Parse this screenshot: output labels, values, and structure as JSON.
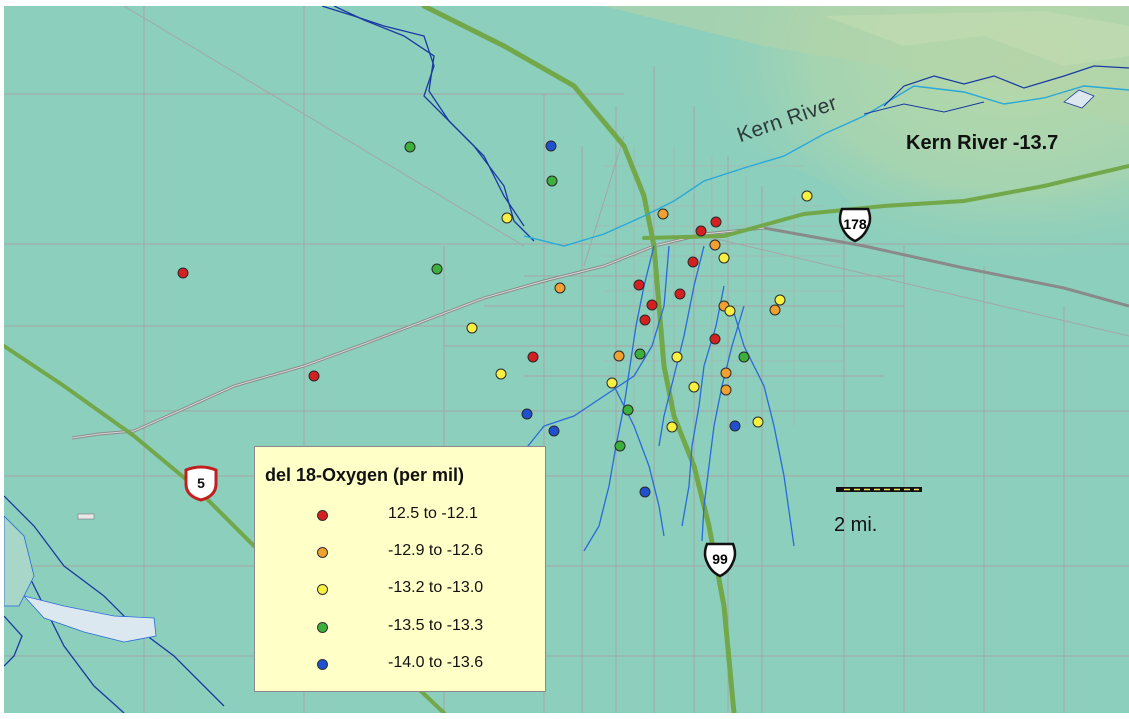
{
  "map": {
    "river_label": "Kern River",
    "river_value_label": "Kern River -13.7",
    "scale_label": "2 mi.",
    "highway_labels": {
      "i5": "5",
      "us99": "99",
      "sr178": "178"
    },
    "icons": {
      "interstate_shield": "interstate-shield-icon",
      "route_shield": "route-shield-icon"
    },
    "colors": {
      "background": "#8ccfbd",
      "river": "#1a3aa0",
      "canal": "#2a8ad8",
      "highway": "#72a84a",
      "roads": "#a8a0a0",
      "railroad": "#8a8a8a",
      "legend_bg": "#ffffc8"
    }
  },
  "legend": {
    "title": "del 18-Oxygen (per mil)",
    "items": [
      {
        "label": "12.5 to -12.1",
        "color": "#d42020"
      },
      {
        "label": "-12.9 to -12.6",
        "color": "#f0a030"
      },
      {
        "label": "-13.2 to -13.0",
        "color": "#f8f040"
      },
      {
        "label": "-13.5 to -13.3",
        "color": "#3cb03c"
      },
      {
        "label": "-14.0 to -13.6",
        "color": "#2050d0"
      }
    ]
  }
}
